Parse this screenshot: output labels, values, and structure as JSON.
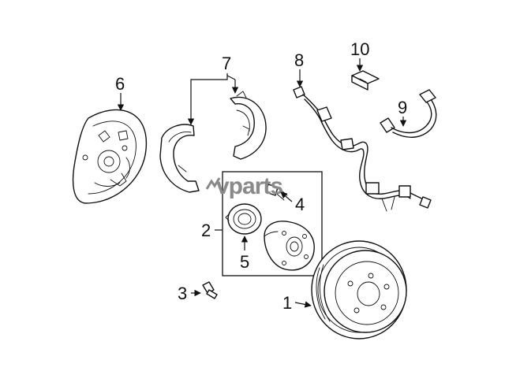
{
  "watermark": {
    "text": "vparts",
    "color": "#8a8a8a"
  },
  "callouts": {
    "part_1": "1",
    "part_2": "2",
    "part_3": "3",
    "part_4": "4",
    "part_5": "5",
    "part_6": "6",
    "part_7": "7",
    "part_8": "8",
    "part_9": "9",
    "part_10": "10"
  },
  "colors": {
    "line": "#111111",
    "background": "#ffffff"
  }
}
